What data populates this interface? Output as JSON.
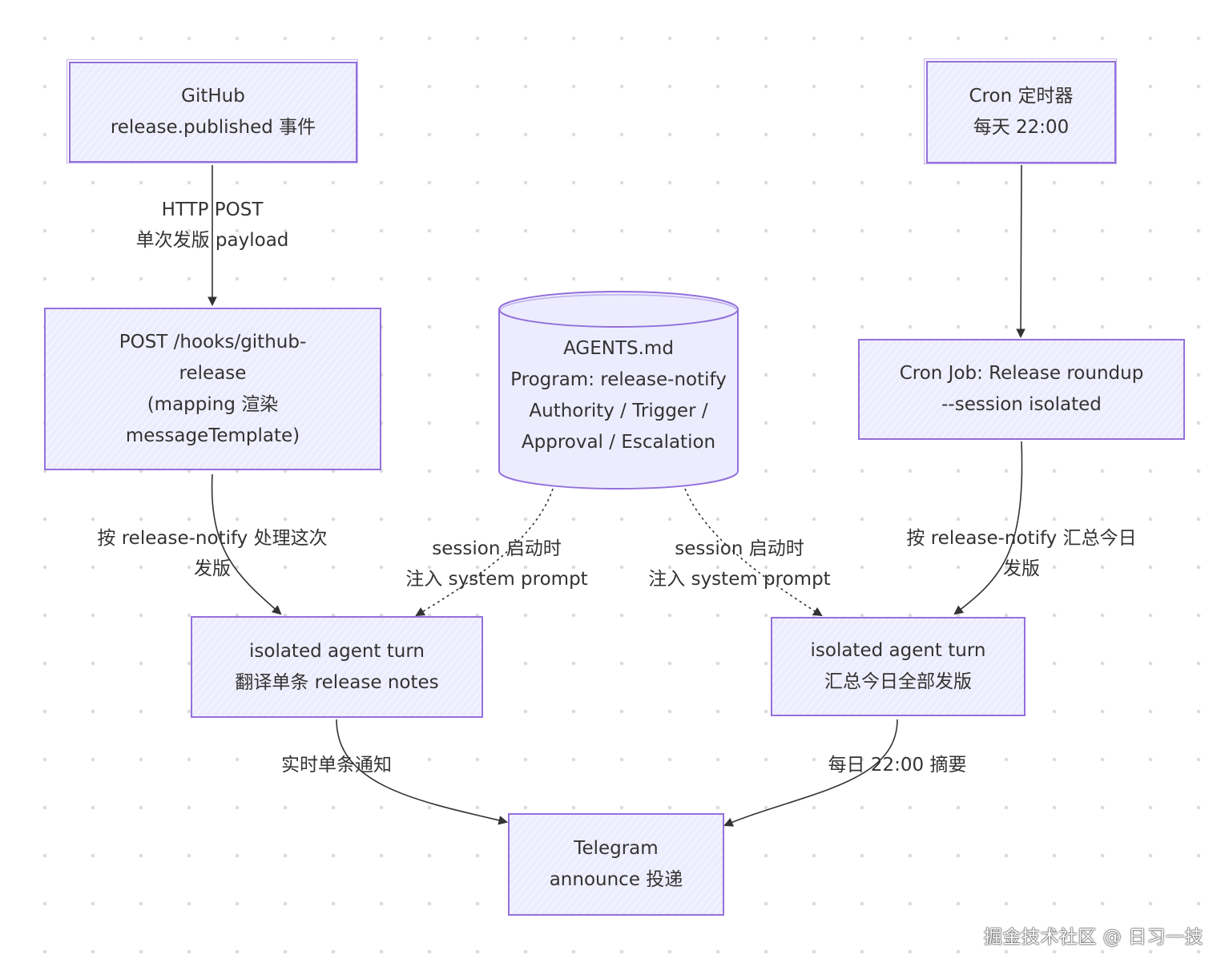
{
  "nodes": {
    "github": "GitHub\nrelease.published 事件",
    "cron_timer": "Cron 定时器\n每天 22:00",
    "hook": "POST /hooks/github-\nrelease\n(mapping 渲染\nmessageTemplate)",
    "agents": "AGENTS.md\nProgram: release-notify\nAuthority / Trigger /\nApproval / Escalation",
    "cron_job": "Cron Job: Release roundup\n--session isolated",
    "agent_left": "isolated agent turn\n翻译单条 release notes",
    "agent_right": "isolated agent turn\n汇总今日全部发版",
    "telegram": "Telegram\nannounce 投递"
  },
  "edges": {
    "github_to_hook": "HTTP POST\n单次发版 payload",
    "hook_to_agent": "按 release-notify 处理这次\n发版",
    "agents_to_left": "session 启动时\n注入 system prompt",
    "agents_to_right": "session 启动时\n注入 system prompt",
    "cronjob_to_agent": "按 release-notify 汇总今日\n发版",
    "left_to_telegram": "实时单条通知",
    "right_to_telegram": "每日 22:00 摘要"
  },
  "colors": {
    "node_fill": "#ececfe",
    "node_border": "#9370db",
    "edge": "#333333"
  },
  "watermark": "掘金技术社区 @ 日习一技"
}
